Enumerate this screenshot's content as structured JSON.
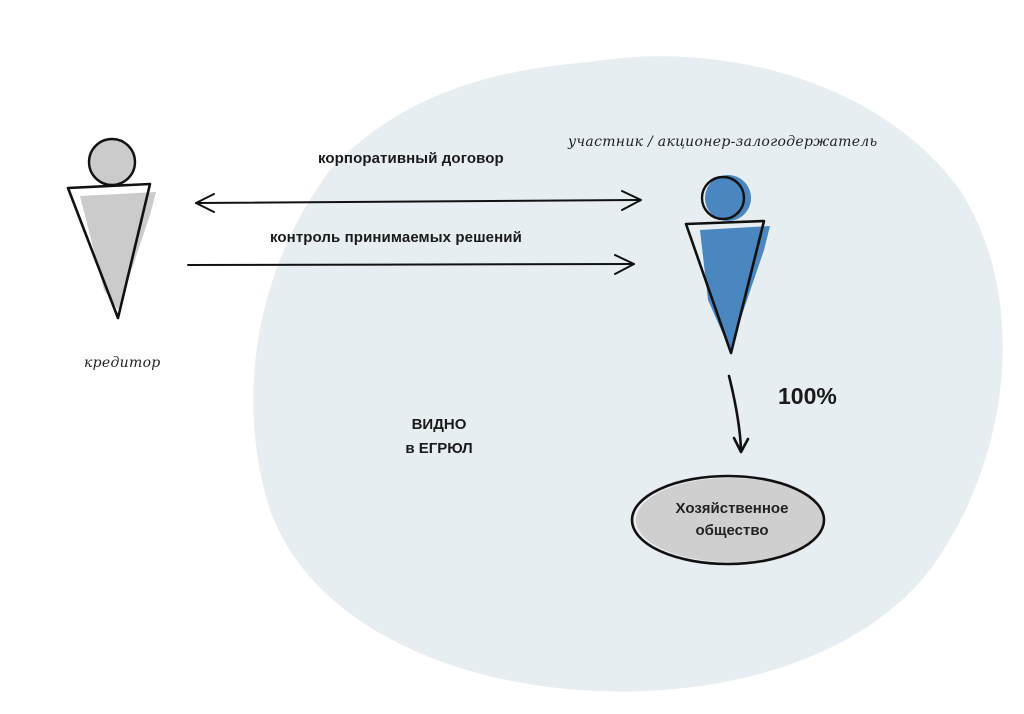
{
  "diagram": {
    "arrows": {
      "corporate_agreement": "корпоративный договор",
      "decision_control": "контроль принимаемых решений",
      "share": "100%"
    },
    "actors": {
      "creditor": "кредитор",
      "pledgee": "участник / акционер-залогодержатель"
    },
    "visibility": {
      "line1": "ВИДНО",
      "line2": "в ЕГРЮЛ"
    },
    "company": {
      "line1": "Хозяйственное",
      "line2": "общество"
    },
    "colors": {
      "zone": "#e7eef2",
      "pledgee_fill": "#4a86c0",
      "creditor_fill": "#cbcbcb",
      "company_fill": "#cfcfcf",
      "stroke": "#111111"
    }
  }
}
